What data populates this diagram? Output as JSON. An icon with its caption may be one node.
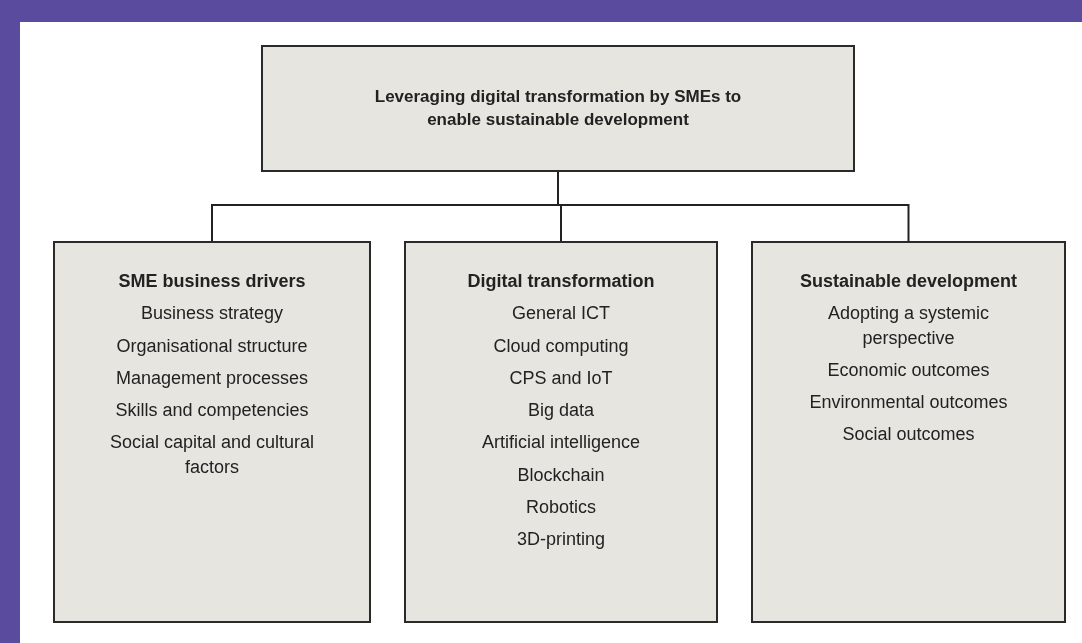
{
  "diagram": {
    "nodes": [
      {
        "text": [
          "Leveraging digital transformation by SMEs to enable sustainable development"
        ]
      },
      {
        "text": [
          "SME business drivers",
          "Business strategy",
          "Organisational structure",
          "Management processes",
          "Skills and competencies",
          "Social capital and cultural factors"
        ]
      },
      {
        "text": [
          "Digital transformation",
          "General ICT",
          "Cloud computing",
          "CPS and IoT",
          "Big data",
          "Artificial intelligence",
          "Blockchain",
          "Robotics",
          "3D-printing"
        ]
      },
      {
        "text": [
          "Sustainable development",
          "Adopting a systemic perspective",
          "Economic outcomes",
          "Environmental outcomes",
          "Social outcomes"
        ]
      }
    ],
    "edges": [
      {
        "from": 0,
        "to": 1,
        "arrow": "none"
      },
      {
        "from": 0,
        "to": 2,
        "arrow": "none"
      },
      {
        "from": 0,
        "to": 3,
        "arrow": "none"
      }
    ]
  }
}
